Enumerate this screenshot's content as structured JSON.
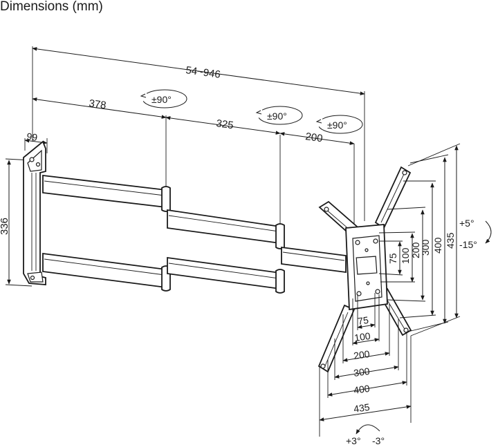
{
  "title": "Dimensions (mm)",
  "dimensions": {
    "total_reach": "54~946",
    "arm_1": "378",
    "arm_2": "325",
    "arm_3": "200",
    "plate_width": "99",
    "plate_height": "336",
    "vesa_vertical": [
      "75",
      "100",
      "200",
      "300",
      "400",
      "435"
    ],
    "vesa_horizontal": [
      "75",
      "100",
      "200",
      "300",
      "400",
      "435"
    ]
  },
  "swivel_labels": [
    "±90°",
    "±90°",
    "±90°"
  ],
  "tilt": {
    "up": "+5°",
    "down": "-15°"
  },
  "rotation": {
    "cw": "+3°",
    "ccw": "-3°"
  }
}
